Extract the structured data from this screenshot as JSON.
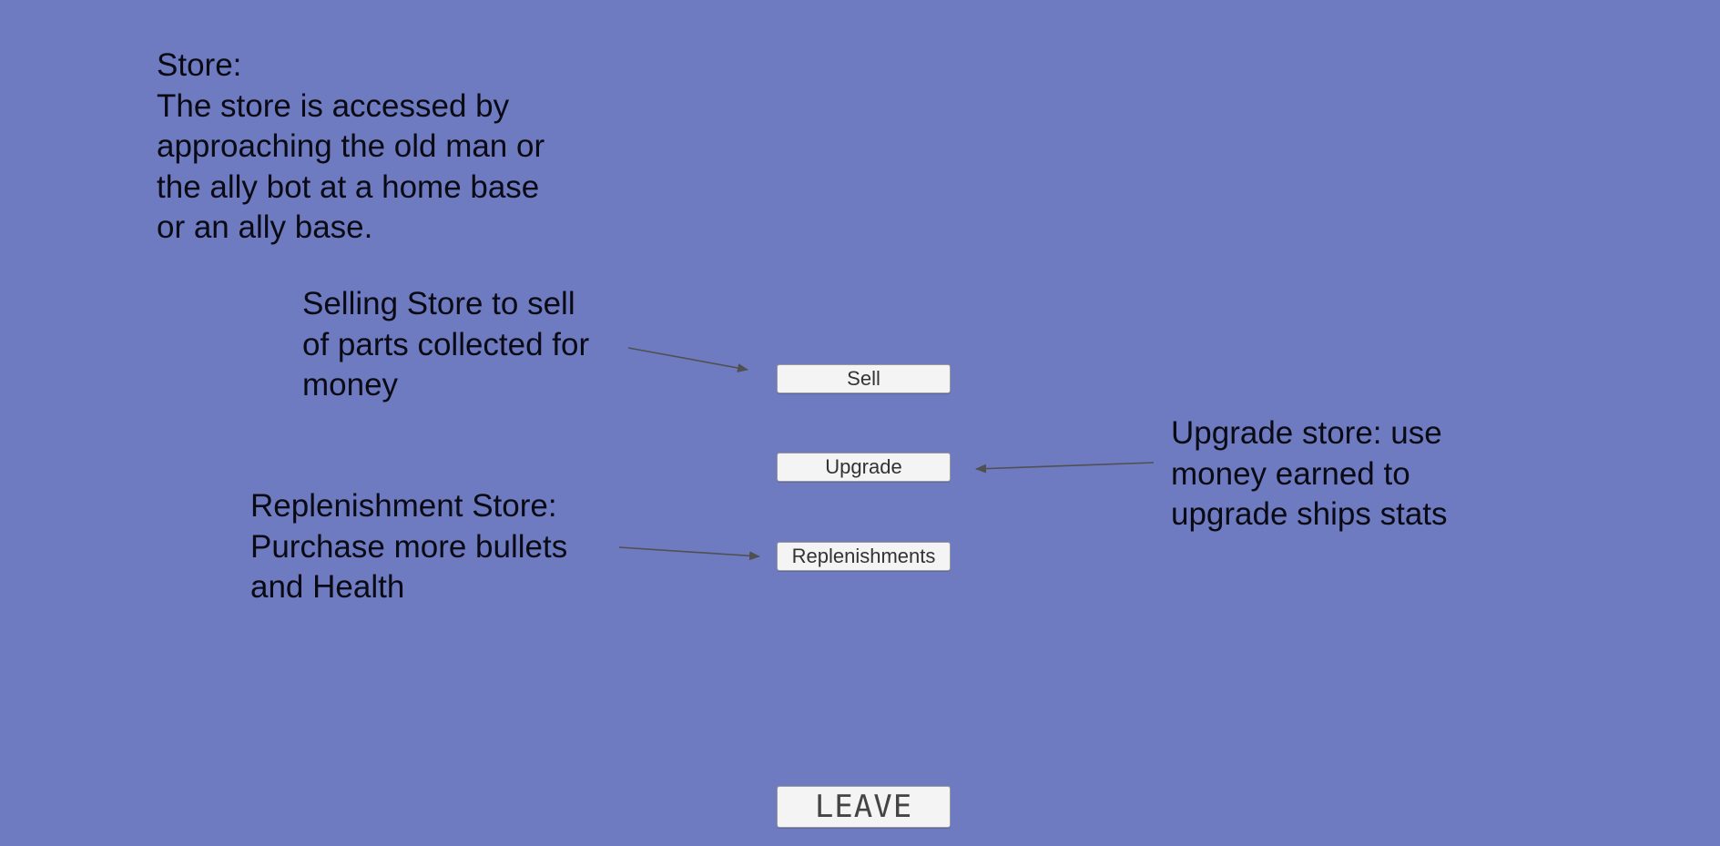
{
  "intro": {
    "lines": [
      "Store:",
      "The store is accessed by",
      "approaching the old man or",
      "the ally bot at a home base",
      "or an ally base."
    ]
  },
  "sell_note": {
    "lines": [
      "Selling Store to sell",
      "of parts collected for",
      "money"
    ]
  },
  "replenishment_note": {
    "lines": [
      "Replenishment Store:",
      "Purchase more bullets",
      "and Health"
    ]
  },
  "upgrade_note": {
    "lines": [
      "Upgrade store: use",
      "money earned to",
      "upgrade ships stats"
    ]
  },
  "buttons": {
    "sell": "Sell",
    "upgrade": "Upgrade",
    "replenishments": "Replenishments",
    "leave": "LEAVE"
  },
  "colors": {
    "background": "#6e7bc1",
    "button": "#f4f4f4",
    "arrow": "#505050"
  }
}
